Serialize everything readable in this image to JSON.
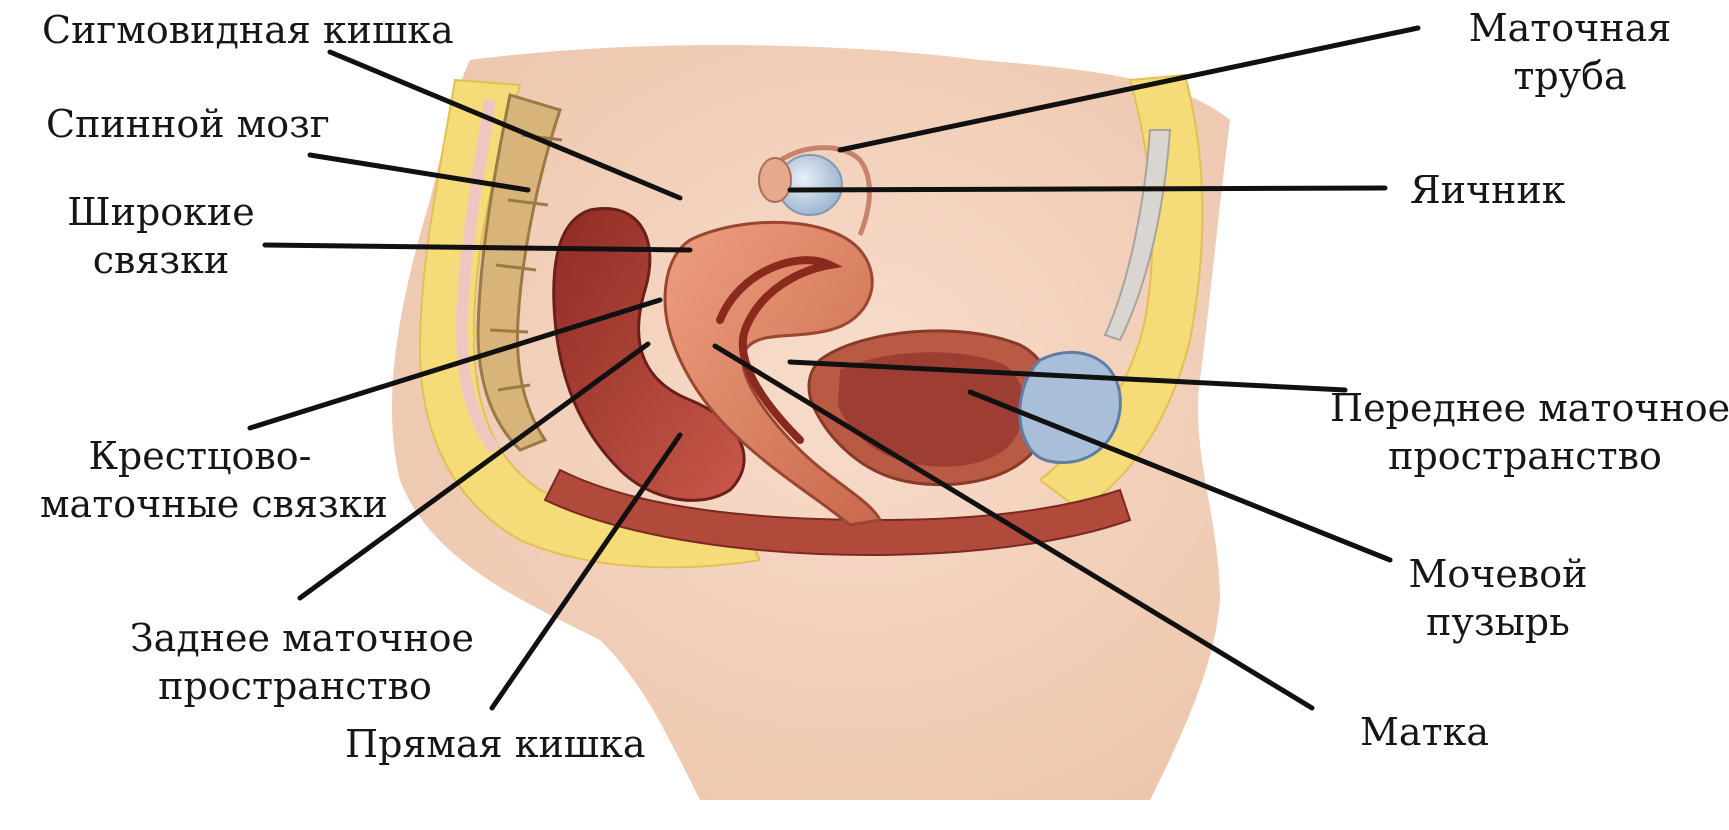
{
  "labels": {
    "sigmoid_colon": "Сигмовидная кишка",
    "spinal_cord": "Спинной мозг",
    "broad_ligaments": [
      "Широкие",
      "связки"
    ],
    "sacro_uterine_ligaments": [
      "Крестцово-",
      "маточные связки"
    ],
    "posterior_uterine_space": [
      "Заднее маточное",
      "пространство"
    ],
    "rectum": "Прямая кишка",
    "fallopian_tube": [
      "Маточная",
      "труба"
    ],
    "ovary": "Яичник",
    "anterior_uterine_space": [
      "Переднее маточное",
      "пространство"
    ],
    "bladder": [
      "Мочевой",
      "пузырь"
    ],
    "uterus": "Матка"
  },
  "colors": {
    "skin": "#f3d3be",
    "fat": "#f7e07f",
    "muscle": "#a73c2f",
    "uterus": "#e08c6d",
    "bladder_wall": "#c86848",
    "bone": "#cda56a",
    "bladder_inner": "#9eb4d3",
    "leader_line": "#111111"
  }
}
